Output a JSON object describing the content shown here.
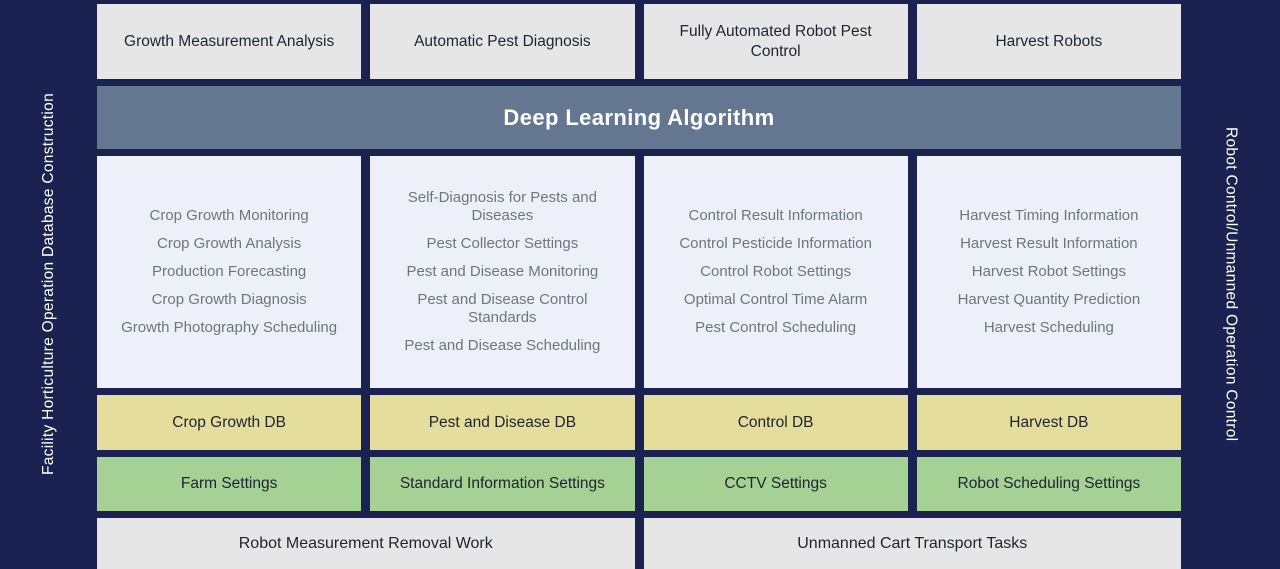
{
  "colors": {
    "background": "#192251",
    "header_box": "#e6e6e6",
    "banner": "#647791",
    "list_box": "#edf0f8",
    "list_text": "#6e7582",
    "db_box": "#e4dd9b",
    "settings_box": "#a6d194",
    "bottom_box": "#e6e6e6",
    "side_text": "#ffffff"
  },
  "left_sidebar": {
    "label": "Facility Horticulture Operation Database Construction"
  },
  "right_sidebar": {
    "label": "Robot Control/Unmanned Operation Control"
  },
  "banner": {
    "label": "Deep Learning Algorithm"
  },
  "columns": [
    {
      "header": "Growth Measurement Analysis",
      "items": [
        "Crop Growth Monitoring",
        "Crop Growth Analysis",
        "Production Forecasting",
        "Crop Growth Diagnosis",
        "Growth Photography Scheduling"
      ],
      "db": "Crop Growth DB",
      "settings": "Farm Settings"
    },
    {
      "header": "Automatic Pest Diagnosis",
      "items": [
        "Self-Diagnosis for Pests and Diseases",
        "Pest Collector Settings",
        "Pest and Disease Monitoring",
        "Pest and Disease Control Standards",
        "Pest and Disease Scheduling"
      ],
      "db": "Pest and Disease DB",
      "settings": "Standard Information Settings"
    },
    {
      "header": "Fully Automated Robot Pest Control",
      "items": [
        "Control Result Information",
        "Control Pesticide Information",
        "Control Robot Settings",
        "Optimal Control Time Alarm",
        "Pest Control Scheduling"
      ],
      "db": "Control DB",
      "settings": "CCTV Settings"
    },
    {
      "header": "Harvest Robots",
      "items": [
        "Harvest Timing Information",
        "Harvest Result Information",
        "Harvest Robot Settings",
        "Harvest Quantity Prediction",
        "Harvest Scheduling"
      ],
      "db": "Harvest DB",
      "settings": "Robot Scheduling Settings"
    }
  ],
  "bottom": [
    "Robot Measurement Removal Work",
    "Unmanned Cart Transport Tasks"
  ]
}
